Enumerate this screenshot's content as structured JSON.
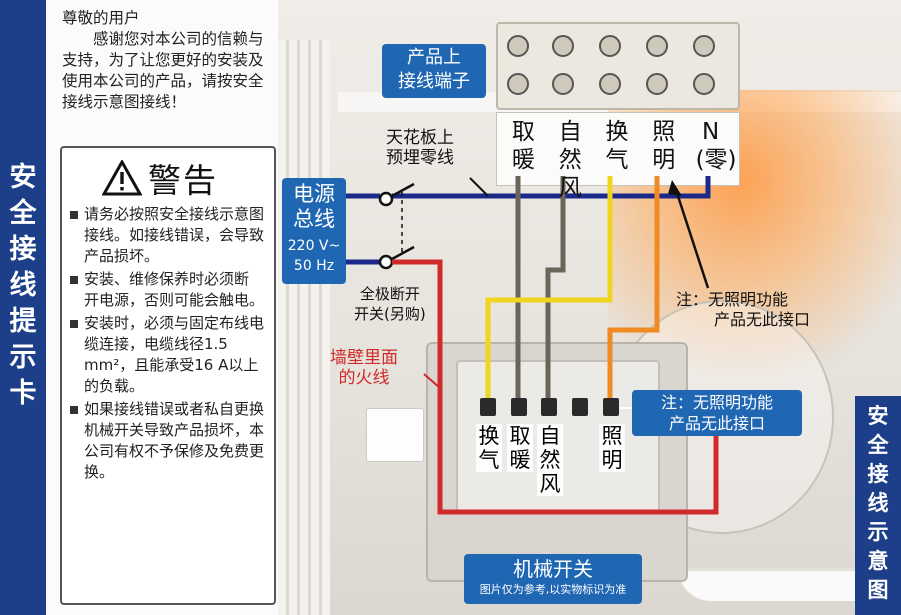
{
  "left_strip": {
    "title_chars": [
      "安",
      "全",
      "接",
      "线",
      "提",
      "示",
      "卡"
    ]
  },
  "right_strip": {
    "title_chars": [
      "安",
      "全",
      "接",
      "线",
      "示",
      "意",
      "图"
    ]
  },
  "intro": {
    "greeting": "尊敬的用户",
    "body": "感谢您对本公司的信赖与支持，为了让您更好的安装及使用本公司的产品，请按安全接线示意图接线！"
  },
  "warning": {
    "title": "警告",
    "items": [
      "请务必按照安全接线示意图接线。如接线错误，会导致产品损坏。",
      "安装、维修保养时必须断　开电源，否则可能会触电。",
      "安装时，必须与固定布线电缆连接，电缆线径1.5 mm²，且能承受16 A以上的负载。",
      "如果接线错误或者私自更换机械开关导致产品损坏，本公司有权不予保修及免费更换。"
    ]
  },
  "diagram": {
    "terminal_callout": [
      "产品上",
      "接线端子"
    ],
    "terminals": [
      {
        "top": "取",
        "bottom": "暖"
      },
      {
        "top": "自然",
        "bottom": "风"
      },
      {
        "top": "换",
        "bottom": "气"
      },
      {
        "top": "照",
        "bottom": "明"
      },
      {
        "top": "N",
        "bottom": "(零)"
      }
    ],
    "ceiling_note": [
      "天花板上",
      "预埋零线"
    ],
    "power_callout": {
      "title": [
        "电源",
        "总线"
      ],
      "spec": [
        "220 V~",
        "50 Hz"
      ]
    },
    "breaker_note": [
      "全极断开",
      "开关(另购)"
    ],
    "live_wire_note": [
      "墙壁里面",
      "的火线"
    ],
    "no_light_note_top": [
      "注：无照明功能",
      "产品无此接口"
    ],
    "no_light_note_bottom": [
      "注：无照明功能",
      "产品无此接口"
    ],
    "switch_labels": [
      [
        "换",
        "气"
      ],
      [
        "取",
        "暖"
      ],
      [
        "自",
        "然",
        "风"
      ],
      [
        "照",
        "明"
      ]
    ],
    "switch_callout": "机械开关",
    "disclaimer": "图片仅为参考,以实物标识为准"
  },
  "colors": {
    "brand_blue": "#1d3f8a",
    "callout_blue": "#1f66b3",
    "wire_red": "#d02a2a",
    "wire_yellow": "#f0d51e",
    "wire_gray": "#6b6458",
    "wire_orange": "#f08a24",
    "wire_navy": "#1b2a8a"
  }
}
